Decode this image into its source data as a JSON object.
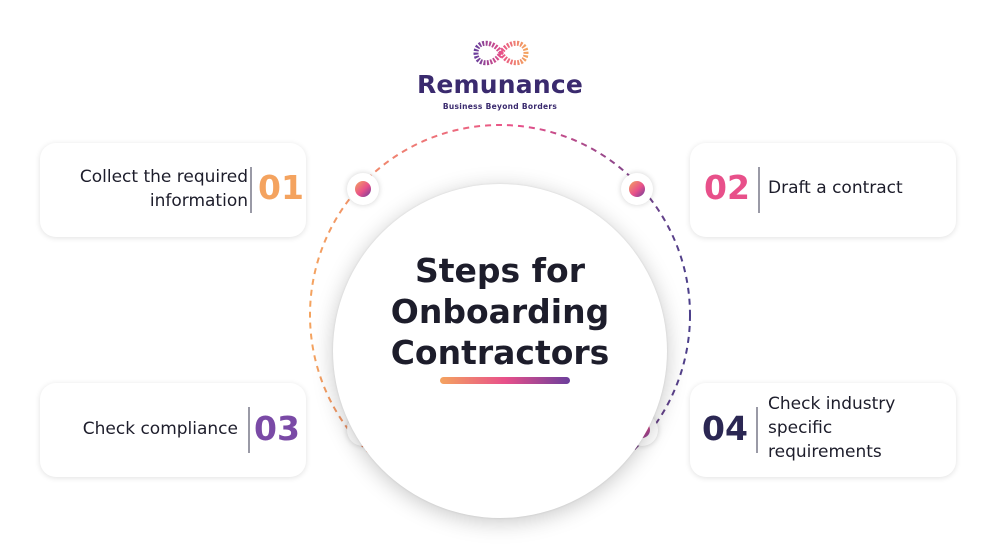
{
  "brand": {
    "name": "Remunance",
    "tagline": "Business Beyond Borders",
    "colors": {
      "orange": "#f4a35f",
      "pink": "#e8508a",
      "purple": "#6b3e9c",
      "navy": "#2b2753"
    }
  },
  "center": {
    "title_lines": [
      "Steps for",
      "Onboarding",
      "Contractors"
    ]
  },
  "steps": [
    {
      "number": "01",
      "lines": [
        "Collect the required",
        "information"
      ],
      "color": "#f4a35f"
    },
    {
      "number": "02",
      "lines": [
        "Draft a contract"
      ],
      "color": "#e8508a"
    },
    {
      "number": "03",
      "lines": [
        "Check compliance"
      ],
      "color": "#7a4aa6"
    },
    {
      "number": "04",
      "lines": [
        "Check industry",
        "specific",
        "requirements"
      ],
      "color": "#2b2753"
    }
  ]
}
